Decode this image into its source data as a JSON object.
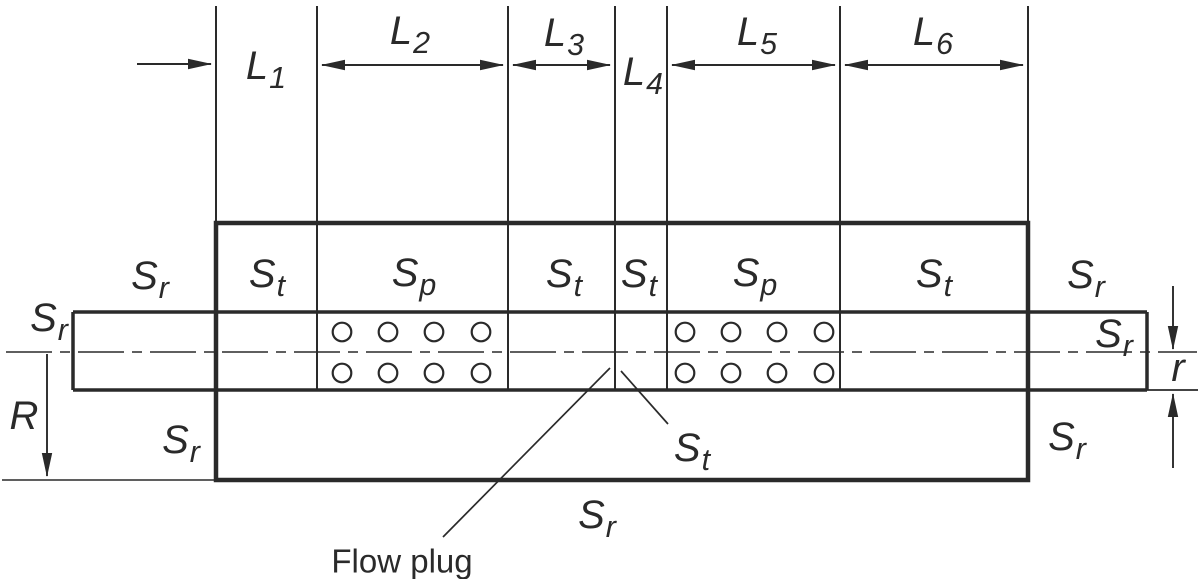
{
  "colors": {
    "ink": "#2a2a2a",
    "background": "#ffffff"
  },
  "labels": {
    "dim_l1": {
      "main": "L",
      "sub": "1"
    },
    "dim_l2": {
      "main": "L",
      "sub": "2"
    },
    "dim_l3": {
      "main": "L",
      "sub": "3"
    },
    "dim_l4": {
      "main": "L",
      "sub": "4"
    },
    "dim_l5": {
      "main": "L",
      "sub": "5"
    },
    "dim_l6": {
      "main": "L",
      "sub": "6"
    },
    "radius_outer": {
      "main": "R",
      "sub": ""
    },
    "radius_inner": {
      "main": "r",
      "sub": ""
    },
    "sec_outer_left": {
      "main": "S",
      "sub": "r"
    },
    "sec_l1": {
      "main": "S",
      "sub": "t"
    },
    "sec_l2": {
      "main": "S",
      "sub": "p"
    },
    "sec_l3": {
      "main": "S",
      "sub": "t"
    },
    "sec_l4": {
      "main": "S",
      "sub": "t"
    },
    "sec_l5": {
      "main": "S",
      "sub": "p"
    },
    "sec_l6": {
      "main": "S",
      "sub": "t"
    },
    "sec_outer_right": {
      "main": "S",
      "sub": "r"
    },
    "inlet_pipe": {
      "main": "S",
      "sub": "r"
    },
    "outlet_pipe": {
      "main": "S",
      "sub": "r"
    },
    "lower_left": {
      "main": "S",
      "sub": "r"
    },
    "lower_plug": {
      "main": "S",
      "sub": "t"
    },
    "lower_right": {
      "main": "S",
      "sub": "r"
    },
    "bottom_center": {
      "main": "S",
      "sub": "r"
    },
    "flow_plug": {
      "main": "Flow plug",
      "sub": ""
    }
  }
}
